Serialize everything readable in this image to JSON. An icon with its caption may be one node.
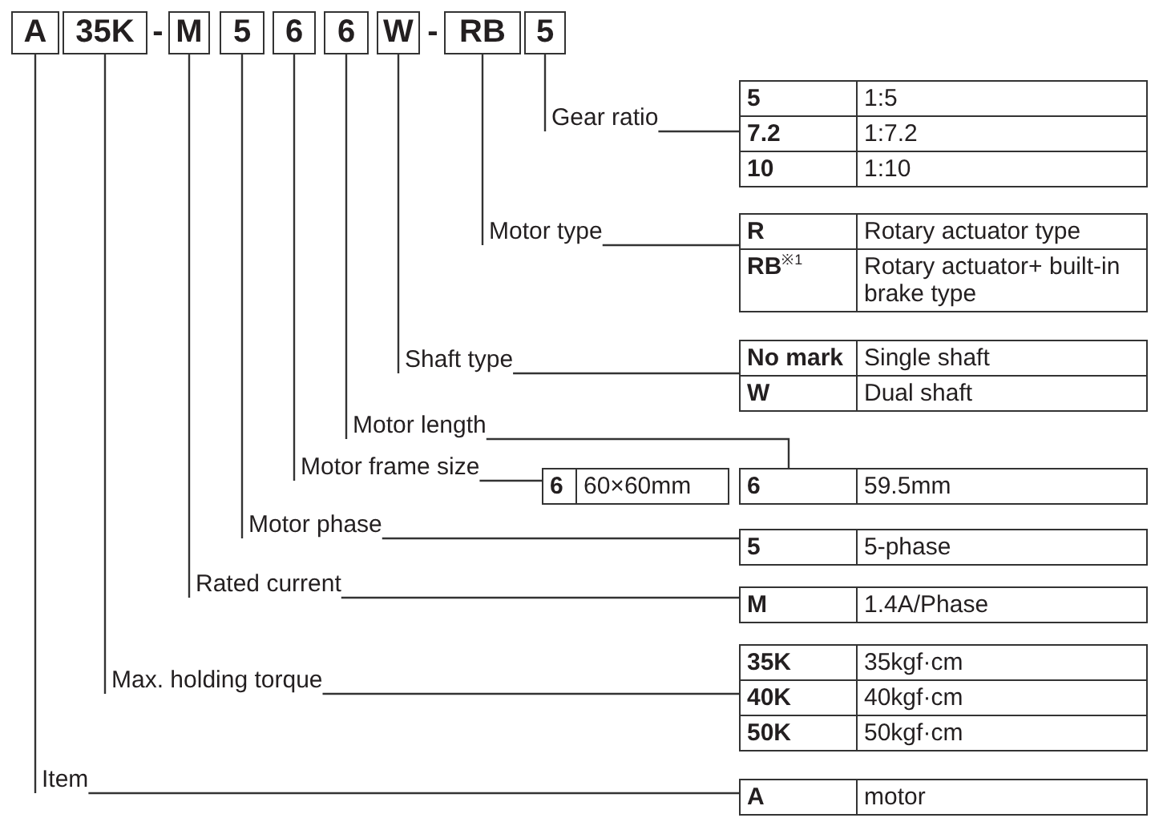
{
  "diagram": {
    "nodes": [
      {
        "text": [
          "A"
        ]
      },
      {
        "text": [
          "35K"
        ]
      },
      {
        "text": [
          "M"
        ]
      },
      {
        "text": [
          "5"
        ]
      },
      {
        "text": [
          "6"
        ]
      },
      {
        "text": [
          "6"
        ]
      },
      {
        "text": [
          "W"
        ]
      },
      {
        "text": [
          "RB"
        ]
      },
      {
        "text": [
          "5"
        ]
      },
      {
        "text": [
          "Gear ratio"
        ]
      },
      {
        "text": [
          "Motor type"
        ]
      },
      {
        "text": [
          "Shaft type"
        ]
      },
      {
        "text": [
          "Motor length"
        ]
      },
      {
        "text": [
          "Motor frame size"
        ]
      },
      {
        "text": [
          "Motor phase"
        ]
      },
      {
        "text": [
          "Rated current"
        ]
      },
      {
        "text": [
          "Max. holding torque"
        ]
      },
      {
        "text": [
          "Item"
        ]
      },
      {
        "text": [
          "5",
          "1:5",
          "7.2",
          "1:7.2",
          "10",
          "1:10"
        ]
      },
      {
        "text": [
          "R",
          "Rotary actuator type",
          "RB$^{※1}$",
          "Rotary actuator+ built-in brake type"
        ]
      },
      {
        "text": [
          "No mark",
          "Single shaft",
          "W",
          "Dual shaft"
        ]
      },
      {
        "text": [
          "6",
          "59.5mm"
        ]
      },
      {
        "text": [
          "6",
          "60×60mm"
        ]
      },
      {
        "text": [
          "5",
          "5-phase"
        ]
      },
      {
        "text": [
          "M",
          "1.4A/Phase"
        ]
      },
      {
        "text": [
          "35K",
          "35kgf·cm",
          "40K",
          "40kgf·cm",
          "50K",
          "50kgf·cm"
        ]
      },
      {
        "text": [
          "A",
          "motor"
        ]
      }
    ],
    "edges": [
      {
        "from": 8,
        "to": 9,
        "arrow": "none"
      },
      {
        "from": 9,
        "to": 18,
        "arrow": "none"
      },
      {
        "from": 7,
        "to": 10,
        "arrow": "none"
      },
      {
        "from": 10,
        "to": 19,
        "arrow": "none"
      },
      {
        "from": 6,
        "to": 11,
        "arrow": "none"
      },
      {
        "from": 11,
        "to": 20,
        "arrow": "none"
      },
      {
        "from": 5,
        "to": 12,
        "arrow": "none"
      },
      {
        "from": 12,
        "to": 21,
        "arrow": "none"
      },
      {
        "from": 4,
        "to": 13,
        "arrow": "none"
      },
      {
        "from": 13,
        "to": 22,
        "arrow": "none"
      },
      {
        "from": 3,
        "to": 14,
        "arrow": "none"
      },
      {
        "from": 14,
        "to": 23,
        "arrow": "none"
      },
      {
        "from": 2,
        "to": 15,
        "arrow": "none"
      },
      {
        "from": 15,
        "to": 24,
        "arrow": "none"
      },
      {
        "from": 1,
        "to": 16,
        "arrow": "none"
      },
      {
        "from": 16,
        "to": 25,
        "arrow": "none"
      },
      {
        "from": 0,
        "to": 17,
        "arrow": "none"
      },
      {
        "from": 17,
        "to": 26,
        "arrow": "none"
      }
    ],
    "labels": [
      "-",
      "-"
    ]
  }
}
